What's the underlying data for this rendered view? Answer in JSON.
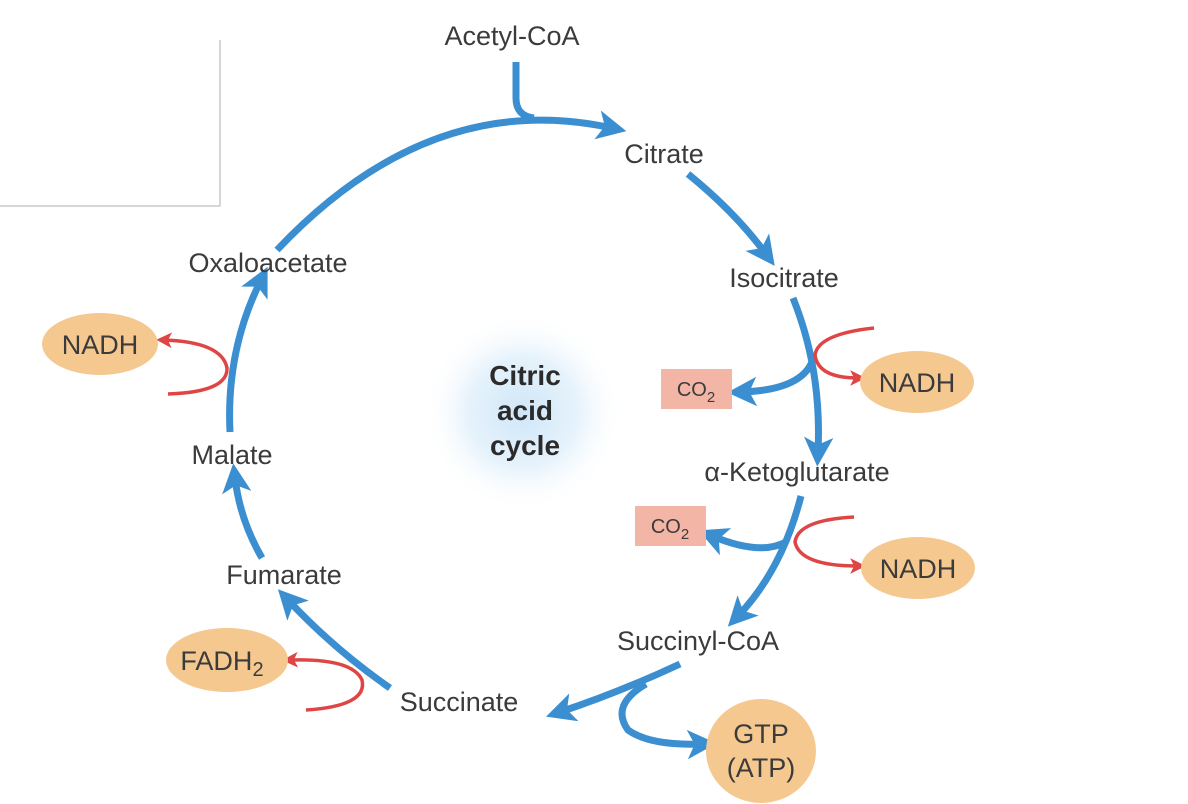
{
  "diagram": {
    "center": {
      "line1": "Citric",
      "line2": "acid",
      "line3": "cycle"
    },
    "intermediates": {
      "acetyl_coa": "Acetyl-CoA",
      "citrate": "Citrate",
      "isocitrate": "Isocitrate",
      "alpha_ketoglutarate": "α-Ketoglutarate",
      "succinyl_coa": "Succinyl-CoA",
      "succinate": "Succinate",
      "fumarate": "Fumarate",
      "malate": "Malate",
      "oxaloacetate": "Oxaloacetate"
    },
    "products": {
      "nadh_isocitrate": "NADH",
      "co2_isocitrate": "CO",
      "co2_isocitrate_sub": "2",
      "nadh_ketoglutarate": "NADH",
      "co2_ketoglutarate": "CO",
      "co2_ketoglutarate_sub": "2",
      "gtp_line1": "GTP",
      "gtp_line2": "(ATP)",
      "fadh_main": "FADH",
      "fadh_sub": "2",
      "nadh_malate": "NADH"
    },
    "colors": {
      "cycle_arrow": "#3b8fd1",
      "cofactor_arrow": "#e04545",
      "product_ellipse": "#f5c890",
      "co2_box": "#f3b6a6",
      "center_glow": "#cfe6f8"
    }
  }
}
